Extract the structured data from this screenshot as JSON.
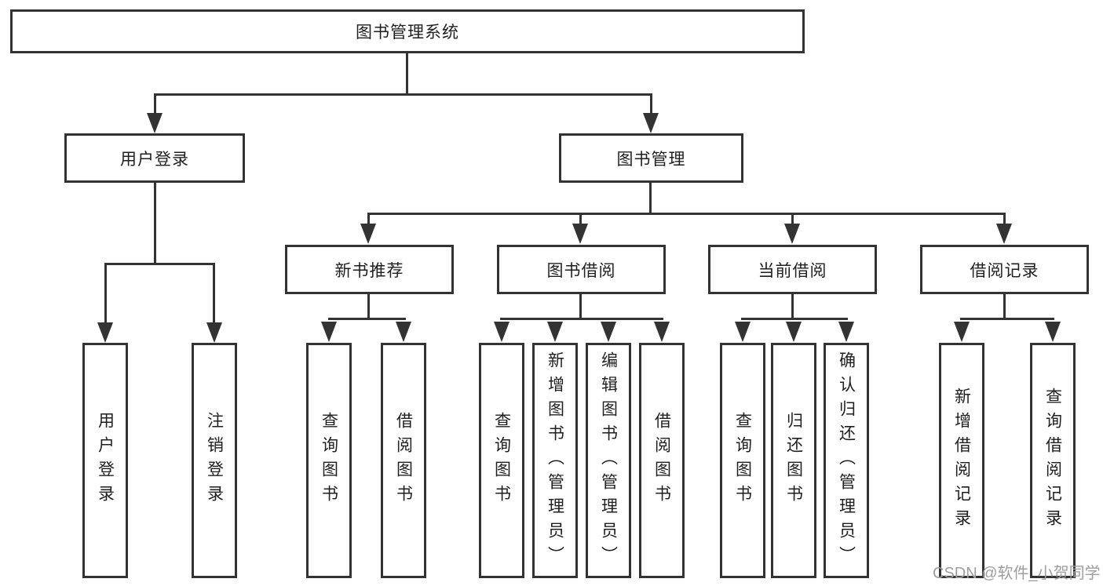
{
  "nodes": {
    "root": "图书管理系统",
    "user_login": "用户登录",
    "book_mgmt": "图书管理",
    "new_books": "新书推荐",
    "book_borrow": "图书借阅",
    "current_borrow": "当前借阅",
    "borrow_records": "借阅记录",
    "user_login_children": [
      "用户登录",
      "注销登录"
    ],
    "new_books_children": [
      "查询图书",
      "借阅图书"
    ],
    "book_borrow_children": [
      "查询图书",
      "新增图书（管理员）",
      "编辑图书（管理员）",
      "借阅图书"
    ],
    "current_borrow_children": [
      "查询图书",
      "归还图书",
      "确认归还（管理员）"
    ],
    "borrow_records_children": [
      "新增借阅记录",
      "查询借阅记录"
    ]
  },
  "watermark": "CSDN @软件_小贺同学",
  "colors": {
    "line": "#333333",
    "text": "#1f1f1f",
    "background": "#ffffff",
    "watermark": "#9e9e9e"
  }
}
